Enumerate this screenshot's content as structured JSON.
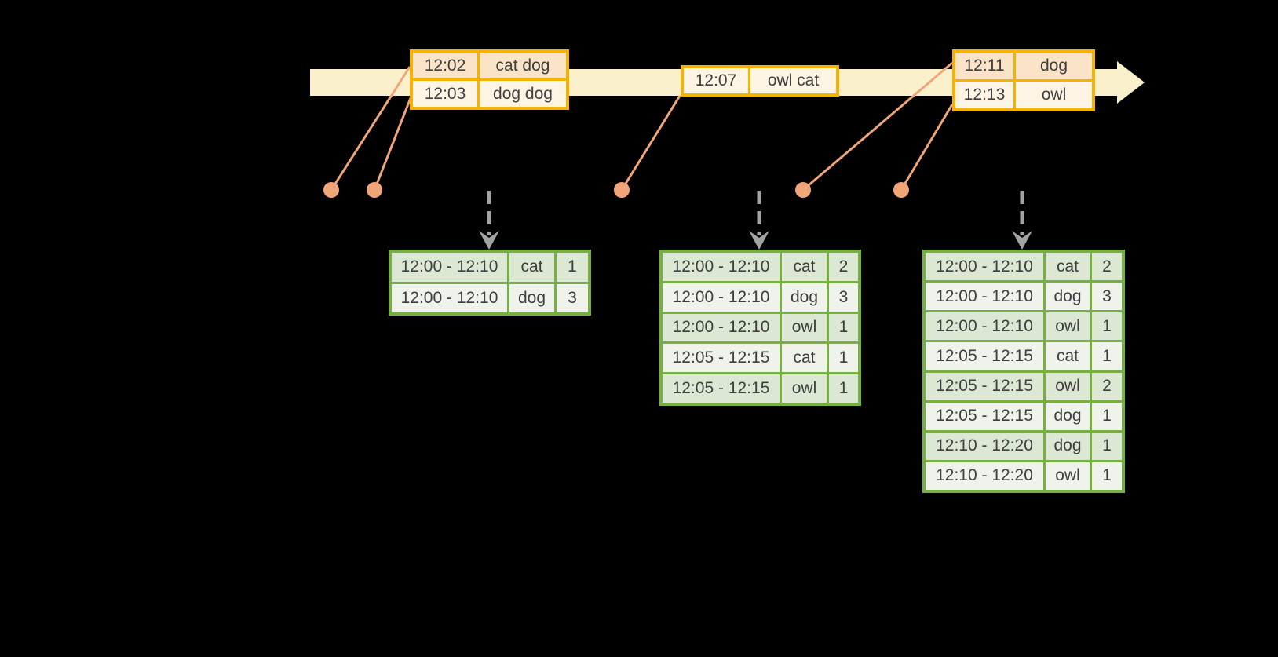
{
  "diagram": {
    "kind": "windowed-grouped-aggregation-timeline",
    "timeline_direction": "left-to-right"
  },
  "colors": {
    "background": "#000000",
    "timeline_band": "#FAF1CC",
    "event_border": "#F5B200",
    "event_row_dark": "#FAE3C6",
    "event_row_light": "#FDF4E4",
    "marker": "#F0A678",
    "arrow_gray": "#A3A3A3",
    "result_border": "#76B043",
    "result_row_dark": "#DDE8D4",
    "result_row_light": "#EFF3EB",
    "text": "#3E3E3E"
  },
  "event_tables": [
    {
      "cell_names": [
        "event-time",
        "event-words"
      ],
      "shades": [
        "peach",
        "cream"
      ],
      "rows": [
        [
          "12:02",
          "cat dog"
        ],
        [
          "12:03",
          "dog dog"
        ]
      ]
    },
    {
      "cell_names": [
        "event-time",
        "event-words"
      ],
      "shades": [
        "cream"
      ],
      "rows": [
        [
          "12:07",
          "owl cat"
        ]
      ]
    },
    {
      "cell_names": [
        "event-time",
        "event-words"
      ],
      "shades": [
        "peach",
        "cream"
      ],
      "rows": [
        [
          "12:11",
          "dog"
        ],
        [
          "12:13",
          "owl"
        ]
      ]
    }
  ],
  "result_tables": [
    {
      "cell_names": [
        "window-range",
        "word",
        "count"
      ],
      "rows": [
        [
          "12:00 - 12:10",
          "cat",
          "1"
        ],
        [
          "12:00 - 12:10",
          "dog",
          "3"
        ]
      ]
    },
    {
      "cell_names": [
        "window-range",
        "word",
        "count"
      ],
      "rows": [
        [
          "12:00 - 12:10",
          "cat",
          "2"
        ],
        [
          "12:00 - 12:10",
          "dog",
          "3"
        ],
        [
          "12:00 - 12:10",
          "owl",
          "1"
        ],
        [
          "12:05 - 12:15",
          "cat",
          "1"
        ],
        [
          "12:05 - 12:15",
          "owl",
          "1"
        ]
      ]
    },
    {
      "cell_names": [
        "window-range",
        "word",
        "count"
      ],
      "rows": [
        [
          "12:00 - 12:10",
          "cat",
          "2"
        ],
        [
          "12:00 - 12:10",
          "dog",
          "3"
        ],
        [
          "12:00 - 12:10",
          "owl",
          "1"
        ],
        [
          "12:05 - 12:15",
          "cat",
          "1"
        ],
        [
          "12:05 - 12:15",
          "owl",
          "2"
        ],
        [
          "12:05 - 12:15",
          "dog",
          "1"
        ],
        [
          "12:10 - 12:20",
          "dog",
          "1"
        ],
        [
          "12:10 - 12:20",
          "owl",
          "1"
        ]
      ]
    }
  ]
}
